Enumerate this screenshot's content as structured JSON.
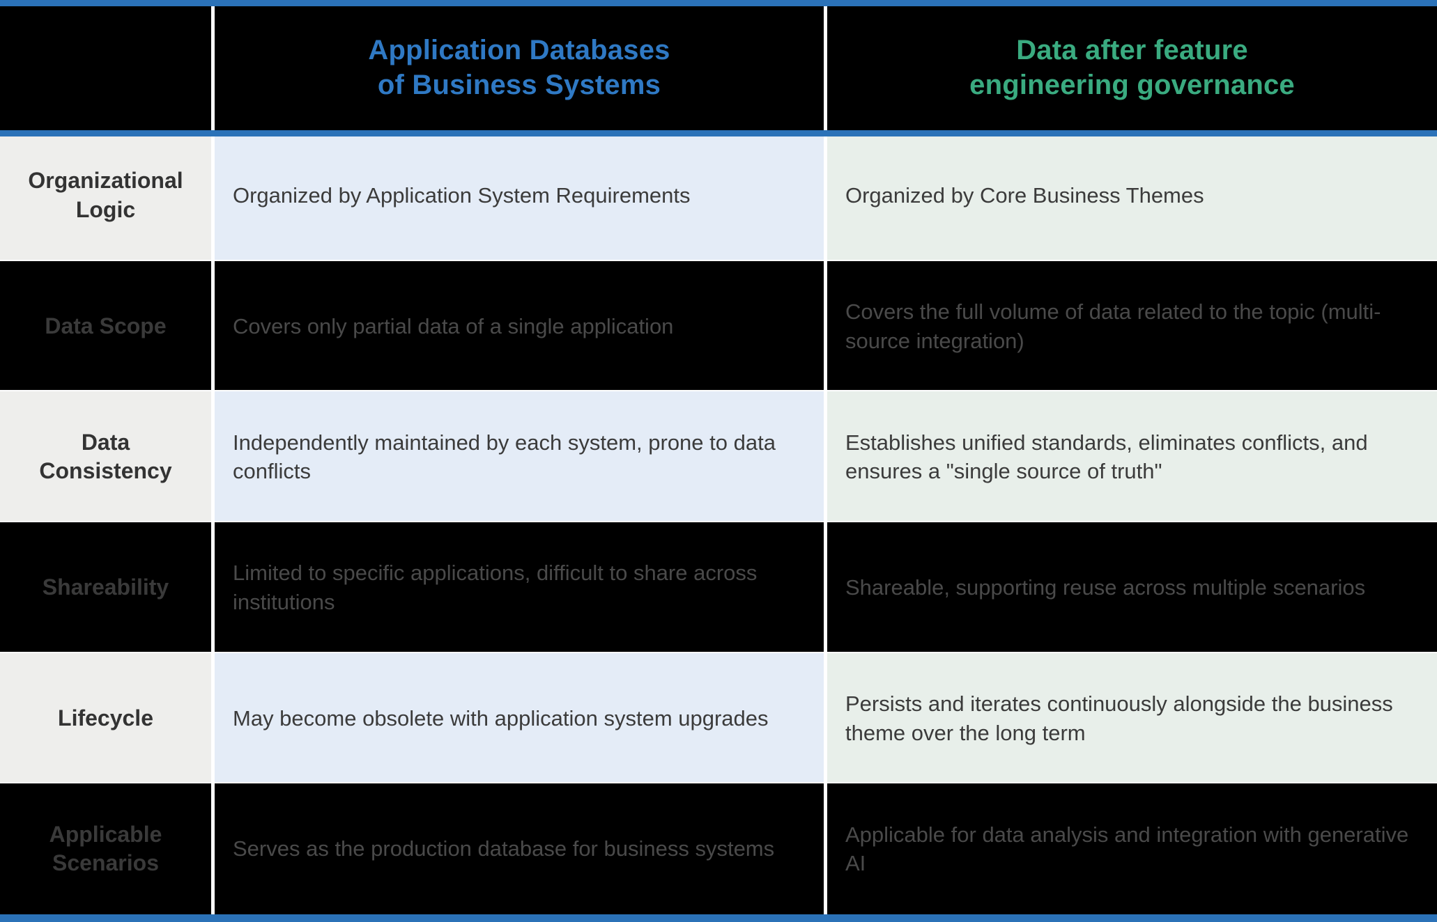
{
  "theme": {
    "accent_blue": "#2b72b8",
    "header_left_text_color": "#2f79c4",
    "header_right_text_color": "#3aab80",
    "light_row_label_bg": "#eeeeec",
    "light_row_left_bg": "#e4ecf7",
    "light_row_right_bg": "#e8efea",
    "dark_row_bg": "#000000",
    "body_text_color": "#3b3b3b"
  },
  "table": {
    "corner_label": "",
    "columns": [
      {
        "id": "criterion",
        "header": ""
      },
      {
        "id": "app_db",
        "header": "Application Databases\nof Business Systems"
      },
      {
        "id": "governed",
        "header": "Data after feature\nengineering governance"
      }
    ],
    "rows": [
      {
        "label": "Organizational\nLogic",
        "app_db": "Organized by Application System Requirements",
        "governed": "Organized by Core Business Themes",
        "style": "light"
      },
      {
        "label": "Data Scope",
        "app_db": "Covers only partial data of a single application",
        "governed": "Covers the full volume of data related to the topic (multi-source integration)",
        "style": "dark"
      },
      {
        "label": "Data\nConsistency",
        "app_db": "Independently maintained by each system, prone to data conflicts",
        "governed": "Establishes unified standards, eliminates conflicts, and ensures a \"single source of truth\"",
        "style": "light"
      },
      {
        "label": "Shareability",
        "app_db": "Limited to specific applications, difficult to share across institutions",
        "governed": "Shareable, supporting reuse across multiple scenarios",
        "style": "dark"
      },
      {
        "label": "Lifecycle",
        "app_db": "May become obsolete with application system upgrades",
        "governed": "Persists and iterates continuously alongside the business theme over the long term",
        "style": "light"
      },
      {
        "label": "Applicable\nScenarios",
        "app_db": "Serves as the production database for business systems",
        "governed": "Applicable for data analysis and integration with generative AI",
        "style": "dark"
      }
    ]
  }
}
